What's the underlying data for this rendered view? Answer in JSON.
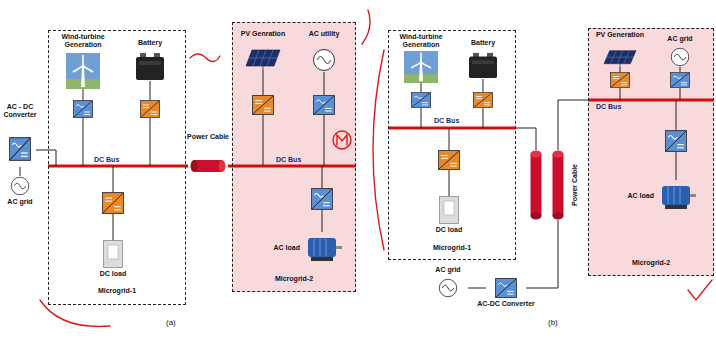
{
  "diagram": {
    "nodes": [
      {
        "text": [
          "AC - DC Converter"
        ]
      },
      {
        "text": [
          "AC grid"
        ]
      },
      {
        "text": [
          "Microgrid-1"
        ]
      },
      {
        "text": [
          "Wind-turbine Generation"
        ],
        "in": 2
      },
      {
        "text": [
          "Battery"
        ],
        "in": 2
      },
      {
        "text": [
          "DC load"
        ],
        "in": 2
      },
      {
        "text": [
          "Power Cable"
        ]
      },
      {
        "text": [
          "Microgrid-2"
        ]
      },
      {
        "text": [
          "PV Genration"
        ],
        "in": 7
      },
      {
        "text": [
          "AC utility"
        ],
        "in": 7
      },
      {
        "text": [
          "AC load"
        ],
        "in": 7
      },
      {
        "text": [
          "Microgrid-1"
        ]
      },
      {
        "text": [
          "Wind-turbine Generation"
        ],
        "in": 11
      },
      {
        "text": [
          "Battery"
        ],
        "in": 11
      },
      {
        "text": [
          "DC load"
        ],
        "in": 11
      },
      {
        "text": [
          "Power Cable"
        ]
      },
      {
        "text": [
          "Microgrid-2"
        ]
      },
      {
        "text": [
          "PV Generation"
        ],
        "in": 16
      },
      {
        "text": [
          "AC grid"
        ],
        "in": 16
      },
      {
        "text": [
          "AC load"
        ],
        "in": 16
      },
      {
        "text": [
          "AC grid"
        ]
      },
      {
        "text": [
          "AC-DC Converter"
        ]
      }
    ],
    "edges": [
      {
        "from": 0,
        "to": 1,
        "arrow": "none"
      },
      {
        "from": 0,
        "to": 2,
        "arrow": "none"
      },
      {
        "from": 2,
        "to": 6,
        "arrow": "none"
      },
      {
        "from": 6,
        "to": 7,
        "arrow": "none"
      },
      {
        "from": 11,
        "to": 15,
        "arrow": "none"
      },
      {
        "from": 15,
        "to": 16,
        "arrow": "none"
      },
      {
        "from": 20,
        "to": 21,
        "arrow": "none"
      },
      {
        "from": 21,
        "to": 15,
        "arrow": "none"
      }
    ],
    "labels": [
      "DC Bus",
      "DC Bus",
      "(a)",
      "DC Bus",
      "DC Bus",
      "(b)"
    ]
  }
}
